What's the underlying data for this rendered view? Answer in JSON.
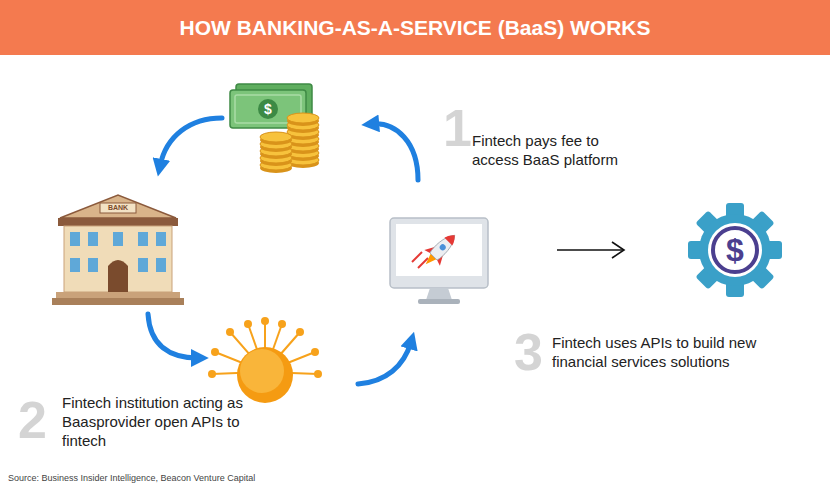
{
  "diagram": {
    "title": "HOW BANKING-AS-A-SERVICE (BaaS) WORKS",
    "caption": "Source: Business Insider Intelligence, Beacon Venture Capital",
    "labels": [
      "$",
      "1",
      "Fintech pays fee to access BaaS platform",
      "BANK",
      "$",
      "3",
      "Fintech uses APIs to build new financial services solutions",
      "2",
      "Fintech institution acting as Baasprovider open APIs to fintech"
    ]
  }
}
